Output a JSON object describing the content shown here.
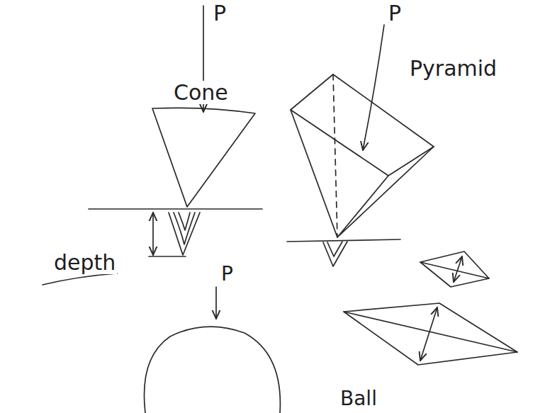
{
  "diagram": {
    "labels": [
      "P",
      "Cone",
      "P",
      "Pyramid",
      "depth",
      "P",
      "Ball"
    ]
  }
}
